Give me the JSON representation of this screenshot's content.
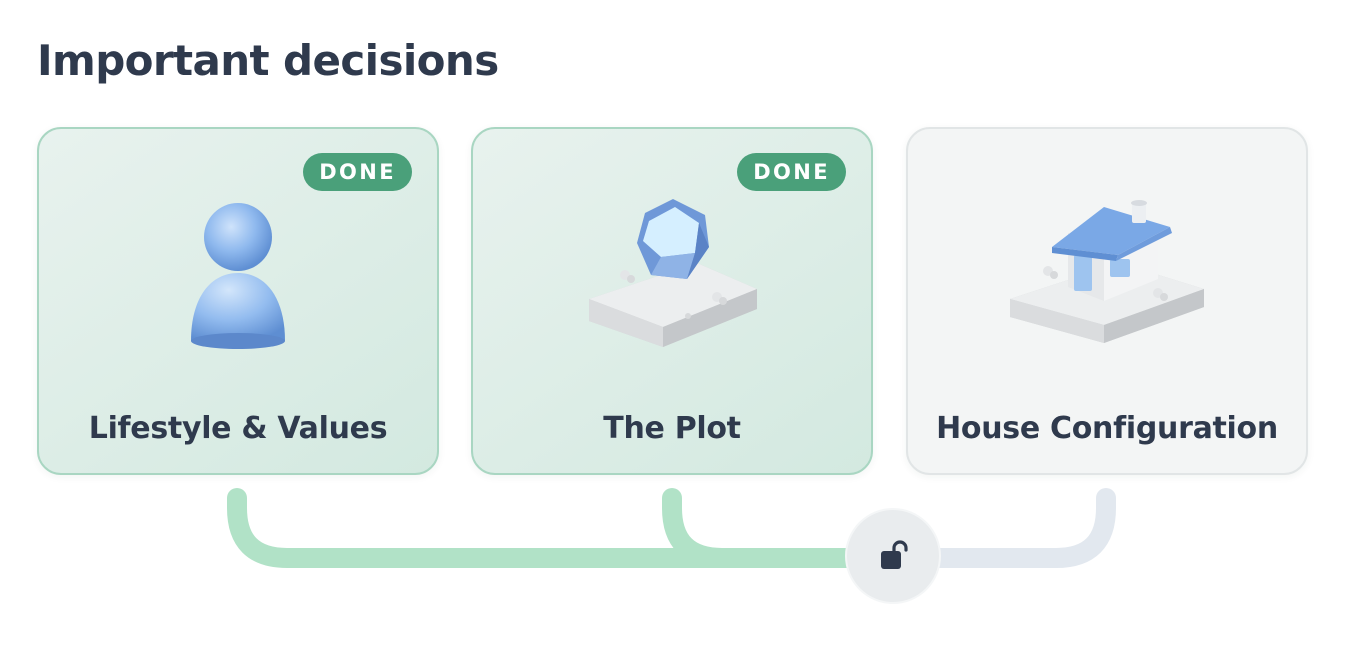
{
  "page": {
    "title": "Important decisions"
  },
  "cards": [
    {
      "title": "Lifestyle & Values",
      "status": "DONE",
      "icon": "person-icon"
    },
    {
      "title": "The Plot",
      "status": "DONE",
      "icon": "plot-icon"
    },
    {
      "title": "House Configuration",
      "status": "",
      "icon": "house-icon"
    }
  ],
  "connector": {
    "lock_icon": "unlocked-padlock-icon",
    "done_color": "#b1e2c7",
    "pending_color": "#e2e8ef"
  },
  "colors": {
    "done_badge": "#4aa07a",
    "done_card_border": "#a9d6c2",
    "text": "#2f3a4d"
  }
}
